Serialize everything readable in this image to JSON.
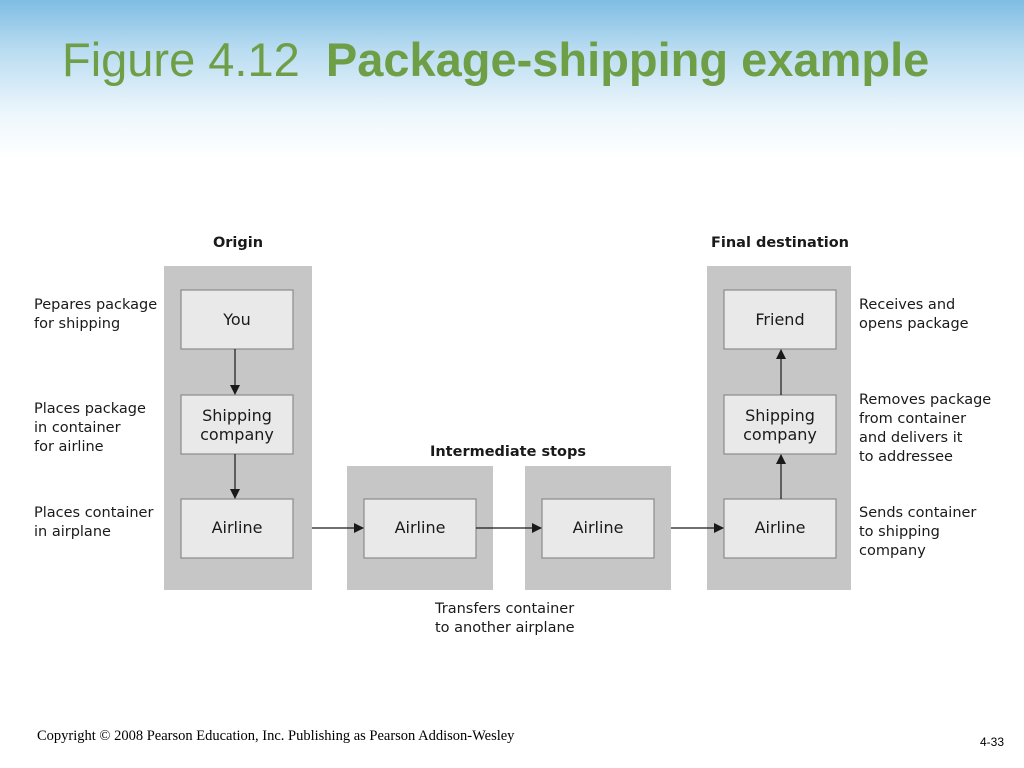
{
  "slide": {
    "title_number": "Figure 4.12",
    "title_name": "Package-shipping example",
    "footer_copyright": "Copyright © 2008 Pearson Education, Inc. Publishing as Pearson Addison-Wesley",
    "page_number": "4-33"
  },
  "diagram": {
    "colors": {
      "panel": "#c6c6c6",
      "box_fill": "#e9e9e9",
      "box_border": "#8c8c8c",
      "arrow": "#1a1a1a",
      "title": "#6e9e45"
    },
    "columns": {
      "origin": "Origin",
      "intermediate": "Intermediate stops",
      "final": "Final destination"
    },
    "nodes": {
      "you": [
        "You"
      ],
      "shipping_origin": [
        "Shipping",
        "company"
      ],
      "airline_origin": [
        "Airline"
      ],
      "airline_mid1": [
        "Airline"
      ],
      "airline_mid2": [
        "Airline"
      ],
      "airline_final": [
        "Airline"
      ],
      "shipping_final": [
        "Shipping",
        "company"
      ],
      "friend": [
        "Friend"
      ]
    },
    "annotations": {
      "prepares": [
        "Pepares package",
        "for shipping"
      ],
      "places_package": [
        "Places package",
        "in container",
        "for airline"
      ],
      "places_container": [
        "Places container",
        "in airplane"
      ],
      "receives": [
        "Receives and",
        "opens package"
      ],
      "removes": [
        "Removes package",
        "from container",
        "and delivers it",
        "to addressee"
      ],
      "sends": [
        "Sends container",
        "to shipping",
        "company"
      ],
      "transfers": [
        "Transfers container",
        "to another airplane"
      ]
    }
  }
}
